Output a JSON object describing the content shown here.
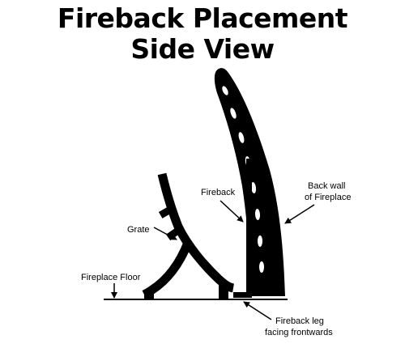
{
  "title": {
    "line1": "Fireback Placement",
    "line2": "Side View"
  },
  "labels": {
    "fireback": "Fireback",
    "back_wall_line1": "Back wall",
    "back_wall_line2": "of Fireplace",
    "grate": "Grate",
    "fireplace_floor": "Fireplace Floor",
    "fireback_leg_line1": "Fireback leg",
    "fireback_leg_line2": "facing frontwards"
  },
  "colors": {
    "ink": "#000000",
    "background": "#ffffff"
  }
}
